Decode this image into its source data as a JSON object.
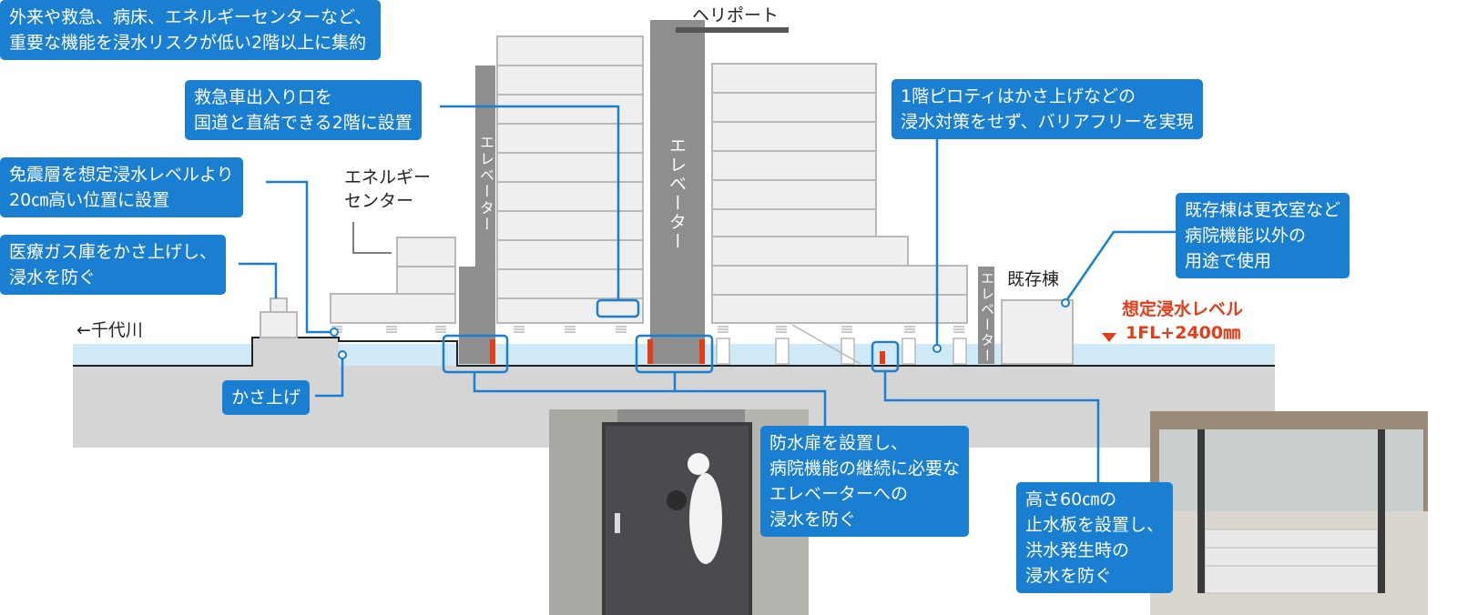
{
  "callouts": {
    "concentrate": [
      "外来や救急、病床、エネルギーセンターなど、",
      "重要な機能を浸水リスクが低い2階以上に集約"
    ],
    "ambulance": [
      "救急車出入り口を",
      "国道と直結できる2階に設置"
    ],
    "seismic": [
      "免震層を想定浸水レベルより",
      "20㎝高い位置に設置"
    ],
    "gas": [
      "医療ガス庫をかさ上げし、",
      "浸水を防ぐ"
    ],
    "raise": "かさ上げ",
    "piloti": [
      "1階ピロティはかさ上げなどの",
      "浸水対策をせず、バリアフリーを実現"
    ],
    "existing_use": [
      "既存棟は更衣室など",
      "病院機能以外の",
      "用途で使用"
    ],
    "door": [
      "防水扉を設置し、",
      "病院機能の継続に必要な",
      "エレベーターへの",
      "浸水を防ぐ"
    ],
    "board": [
      "高さ60㎝の",
      "止水板を設置し、",
      "洪水発生時の",
      "浸水を防ぐ"
    ]
  },
  "labels": {
    "heliport": "ヘリポート",
    "energy_center": [
      "エネルギー",
      "センター"
    ],
    "river": "←千代川",
    "existing_bldg": "既存棟",
    "elevator": "エレベーター",
    "flood_level_title": "想定浸水レベル",
    "flood_level_value": "1FL+2400㎜"
  },
  "colors": {
    "callout": "#1a7fd1",
    "water": "#cfe9f6",
    "ground": "#d5d5d5",
    "building_fill": "#efefef",
    "building_line": "#b8b8b8",
    "elevator_shaft": "#8e8e8e",
    "door_mark": "#e23c19",
    "flood_text": "#e23c19"
  }
}
